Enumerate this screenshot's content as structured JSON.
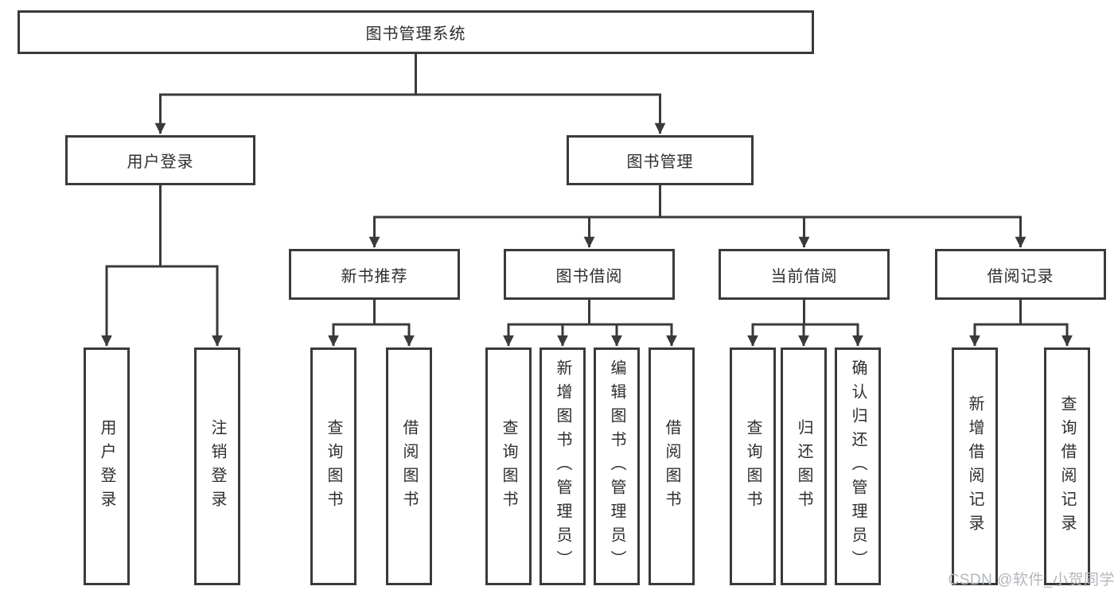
{
  "diagram": {
    "root": {
      "label": "图书管理系统",
      "children": [
        {
          "label": "用户登录",
          "children": [
            {
              "label": "用户登录"
            },
            {
              "label": "注销登录"
            }
          ]
        },
        {
          "label": "图书管理",
          "children": [
            {
              "label": "新书推荐",
              "children": [
                {
                  "label": "查询图书"
                },
                {
                  "label": "借阅图书"
                }
              ]
            },
            {
              "label": "图书借阅",
              "children": [
                {
                  "label": "查询图书"
                },
                {
                  "label": "新增图书（管理员）"
                },
                {
                  "label": "编辑图书（管理员）"
                },
                {
                  "label": "借阅图书"
                }
              ]
            },
            {
              "label": "当前借阅",
              "children": [
                {
                  "label": "查询图书"
                },
                {
                  "label": "归还图书"
                },
                {
                  "label": "确认归还（管理员）"
                }
              ]
            },
            {
              "label": "借阅记录",
              "children": [
                {
                  "label": "新增借阅记录"
                },
                {
                  "label": "查询借阅记录"
                }
              ]
            }
          ]
        }
      ]
    }
  },
  "watermark": "CSDN @软件_小贺同学",
  "colors": {
    "line": "#3a3a3a",
    "text": "#2e2e2e",
    "box_background": "#ffffff",
    "watermark": "#b3b7bc"
  }
}
